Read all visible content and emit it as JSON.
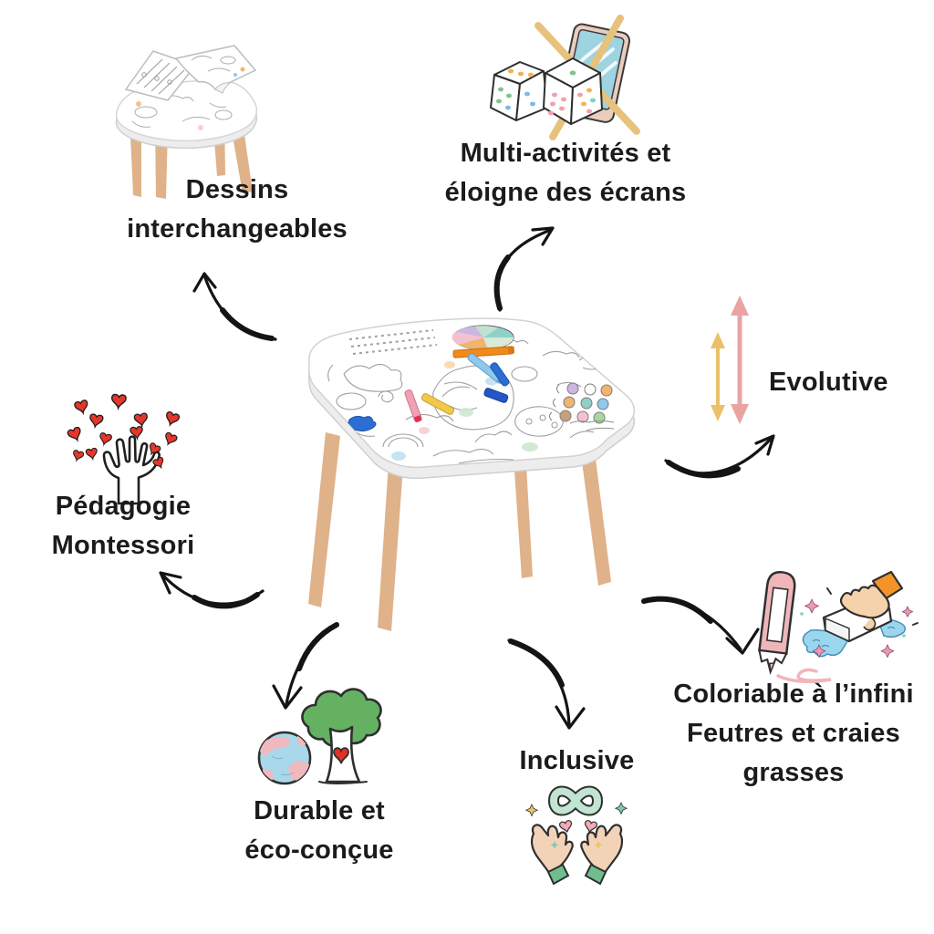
{
  "title": "Infographie table à colorier — bénéfices produit",
  "features": {
    "dessins_interchangeables": {
      "icon": "table-with-interchangeable-sheets",
      "lines": [
        "Dessins",
        "interchangeables"
      ]
    },
    "multi_activites": {
      "icon": "dice-and-crossed-tablet",
      "lines": [
        "Multi-activités et",
        "éloigne des écrans"
      ]
    },
    "evolutive": {
      "icon": "double-vertical-arrows",
      "lines": [
        "Evolutive"
      ]
    },
    "coloriable": {
      "icon": "crayon-and-eraser",
      "lines": [
        "Coloriable à l’infini",
        "Feutres et craies",
        "grasses"
      ]
    },
    "inclusive": {
      "icon": "infinity-in-hands",
      "lines": [
        "Inclusive"
      ]
    },
    "durable": {
      "icon": "earth-and-tree-with-heart",
      "lines": [
        "Durable et",
        "éco-conçue"
      ]
    },
    "montessori": {
      "icon": "hand-with-hearts",
      "lines": [
        "Pédagogie",
        "Montessori"
      ]
    }
  },
  "product": {
    "center_image": "coloring-table-with-markers",
    "top_left_image": "coloring-table-with-lifted-sheets"
  },
  "colors": {
    "text": "#1b1b1b",
    "arrows": "#141414",
    "wood_leg": "#dfb28a",
    "evolutive_yellow": "#ecc06a",
    "evolutive_pink": "#e9a3a3",
    "cross_tan": "#e6c27c",
    "tablet_screen_blue": "#9ed3e0",
    "tablet_frame": "#e9cdbd",
    "heart_red": "#e8352b",
    "infinity_mint": "#c2e4d2",
    "hand_skin": "#f3d3b8",
    "cuff_green": "#6fbe8e",
    "leaf_green": "#64b161",
    "earth_ocean_blue": "#a8d8ea",
    "earth_continent_pink": "#f0b9bd",
    "crayon_pink": "#efb6ba",
    "eraser_water_blue": "#9bd6ef",
    "sleeve_orange": "#f49426",
    "sparkle_pink": "#e89ab8"
  }
}
